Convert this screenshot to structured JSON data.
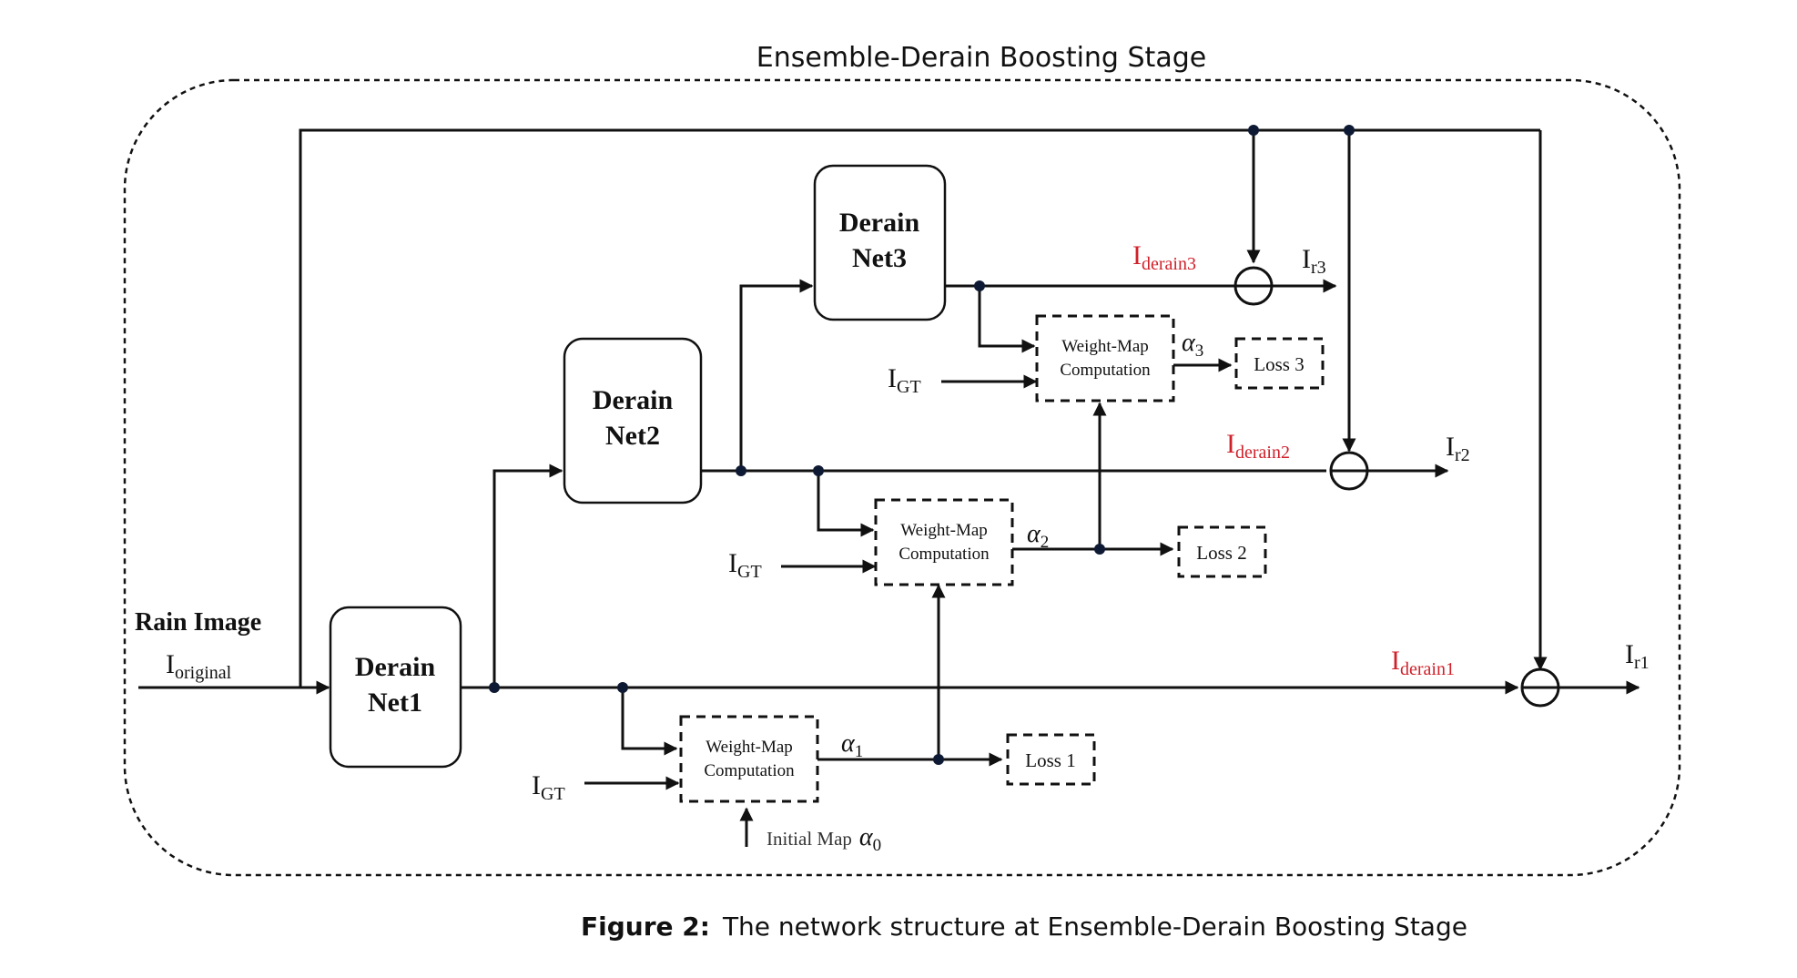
{
  "title": "Ensemble-Derain Boosting Stage",
  "input": {
    "heading": "Rain Image",
    "symbol": "I",
    "subscript": "original"
  },
  "nets": [
    {
      "line1": "Derain",
      "line2": "Net1"
    },
    {
      "line1": "Derain",
      "line2": "Net2"
    },
    {
      "line1": "Derain",
      "line2": "Net3"
    }
  ],
  "weight_map": {
    "line1": "Weight-Map",
    "line2": "Computation"
  },
  "gt": {
    "symbol": "I",
    "subscript": "GT"
  },
  "alphas": [
    {
      "symbol": "α",
      "subscript": "1"
    },
    {
      "symbol": "α",
      "subscript": "2"
    },
    {
      "symbol": "α",
      "subscript": "3"
    }
  ],
  "losses": [
    "Loss 1",
    "Loss 2",
    "Loss 3"
  ],
  "derain_outputs": [
    {
      "symbol": "I",
      "subscript": "derain1"
    },
    {
      "symbol": "I",
      "subscript": "derain2"
    },
    {
      "symbol": "I",
      "subscript": "derain3"
    }
  ],
  "residual_outputs": [
    {
      "symbol": "I",
      "subscript": "r1"
    },
    {
      "symbol": "I",
      "subscript": "r2"
    },
    {
      "symbol": "I",
      "subscript": "r3"
    }
  ],
  "initial_map": {
    "text": "Initial Map",
    "symbol": "α",
    "subscript": "0"
  },
  "caption": {
    "label": "Figure 2:",
    "text": "The network structure at Ensemble-Derain Boosting Stage"
  },
  "colors": {
    "line": "#111111",
    "accent": "#d0202a",
    "junction": "#0e1a33"
  }
}
